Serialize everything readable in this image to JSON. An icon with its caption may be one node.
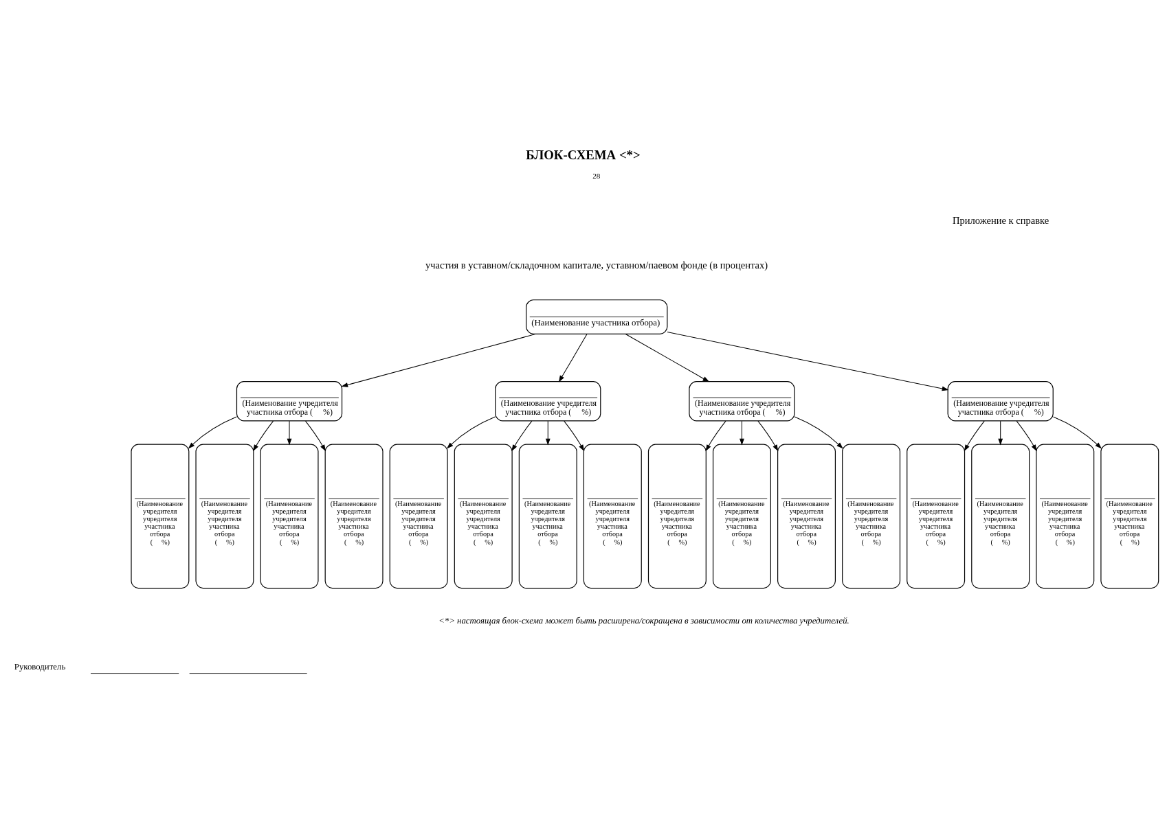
{
  "diagram": {
    "title": "БЛОК-СХЕМА <*>",
    "nodes": [
      {
        "text": [
          "(Наименование участника отбора)"
        ]
      },
      {
        "text": [
          "(Наименование учредителя участника отбора (     %)"
        ]
      },
      {
        "text": [
          "(Наименование учредителя участника отбора (     %)"
        ]
      },
      {
        "text": [
          "(Наименование учредителя участника отбора (     %)"
        ]
      },
      {
        "text": [
          "(Наименование учредителя участника отбора (     %)"
        ]
      },
      {
        "text": [
          "(Наименование учредителя учредителя участника отбора (     %)"
        ]
      },
      {
        "text": [
          "(Наименование учредителя учредителя участника отбора (     %)"
        ]
      },
      {
        "text": [
          "(Наименование учредителя учредителя участника отбора (     %)"
        ]
      },
      {
        "text": [
          "(Наименование учредителя учредителя участника отбора (     %)"
        ]
      },
      {
        "text": [
          "(Наименование учредителя учредителя участника отбора (     %)"
        ]
      },
      {
        "text": [
          "(Наименование учредителя учредителя участника отбора (     %)"
        ]
      },
      {
        "text": [
          "(Наименование учредителя учредителя участника отбора (     %)"
        ]
      },
      {
        "text": [
          "(Наименование учредителя учредителя участника отбора (     %)"
        ]
      },
      {
        "text": [
          "(Наименование учредителя учредителя участника отбора (     %)"
        ]
      },
      {
        "text": [
          "(Наименование учредителя учредителя участника отбора (     %)"
        ]
      },
      {
        "text": [
          "(Наименование учредителя учредителя участника отбора (     %)"
        ]
      },
      {
        "text": [
          "(Наименование учредителя учредителя участника отбора (     %)"
        ]
      },
      {
        "text": [
          "(Наименование учредителя учредителя участника отбора (     %)"
        ]
      },
      {
        "text": [
          "(Наименование учредителя учредителя участника отбора (     %)"
        ]
      },
      {
        "text": [
          "(Наименование учредителя учредителя участника отбора (     %)"
        ]
      },
      {
        "text": [
          "(Наименование учредителя учредителя участника отбора (     %)"
        ]
      }
    ],
    "edges": [
      {
        "from": 0,
        "to": 1,
        "arrow": "to"
      },
      {
        "from": 0,
        "to": 2,
        "arrow": "to"
      },
      {
        "from": 0,
        "to": 3,
        "arrow": "to"
      },
      {
        "from": 0,
        "to": 4,
        "arrow": "to"
      },
      {
        "from": 1,
        "to": 5,
        "arrow": "to"
      },
      {
        "from": 1,
        "to": 6,
        "arrow": "to"
      },
      {
        "from": 1,
        "to": 7,
        "arrow": "to"
      },
      {
        "from": 1,
        "to": 8,
        "arrow": "to"
      },
      {
        "from": 2,
        "to": 9,
        "arrow": "to"
      },
      {
        "from": 2,
        "to": 10,
        "arrow": "to"
      },
      {
        "from": 2,
        "to": 11,
        "arrow": "to"
      },
      {
        "from": 2,
        "to": 12,
        "arrow": "to"
      },
      {
        "from": 3,
        "to": 13,
        "arrow": "to"
      },
      {
        "from": 3,
        "to": 14,
        "arrow": "to"
      },
      {
        "from": 3,
        "to": 15,
        "arrow": "to"
      },
      {
        "from": 3,
        "to": 16,
        "arrow": "to"
      },
      {
        "from": 4,
        "to": 17,
        "arrow": "to"
      },
      {
        "from": 4,
        "to": 18,
        "arrow": "to"
      },
      {
        "from": 4,
        "to": 19,
        "arrow": "to"
      },
      {
        "from": 4,
        "to": 20,
        "arrow": "to"
      }
    ],
    "labels": [
      "28",
      "Приложение к справке",
      "участия в уставном/складочном капитале, уставном/паевом фонде (в процентах)",
      "<*> настоящая блок-схема может быть расширена/сокращена в зависимости от количества учредителей.",
      "Руководитель"
    ]
  }
}
